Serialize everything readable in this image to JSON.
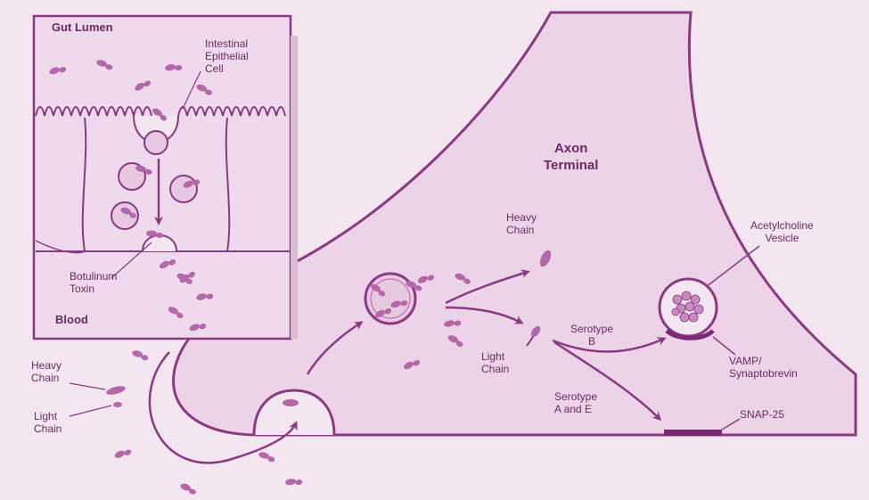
{
  "colors": {
    "background": "#f3e6f1",
    "cell_fill": "#ecd3e8",
    "stroke": "#8a3a82",
    "particle": "#b468a9",
    "text": "#6a2a63"
  },
  "inset": {
    "gut_lumen": "Gut Lumen",
    "epithelial_cell": "Intestinal\nEpithelial\nCell",
    "botulinum_toxin": "Botulinum\nToxin",
    "blood": "Blood"
  },
  "axon": {
    "title": "Axon\nTerminal",
    "heavy_chain": "Heavy\nChain",
    "light_chain": "Light\nChain",
    "vesicle": "Acetylcholine\nVesicle",
    "serotype_b": "Serotype\nB",
    "serotype_ae": "Serotype\nA and E",
    "vamp": "VAMP/\nSynaptobrevin",
    "snap25": "SNAP-25"
  },
  "legend": {
    "heavy_chain": "Heavy\nChain",
    "light_chain": "Light\nChain"
  }
}
